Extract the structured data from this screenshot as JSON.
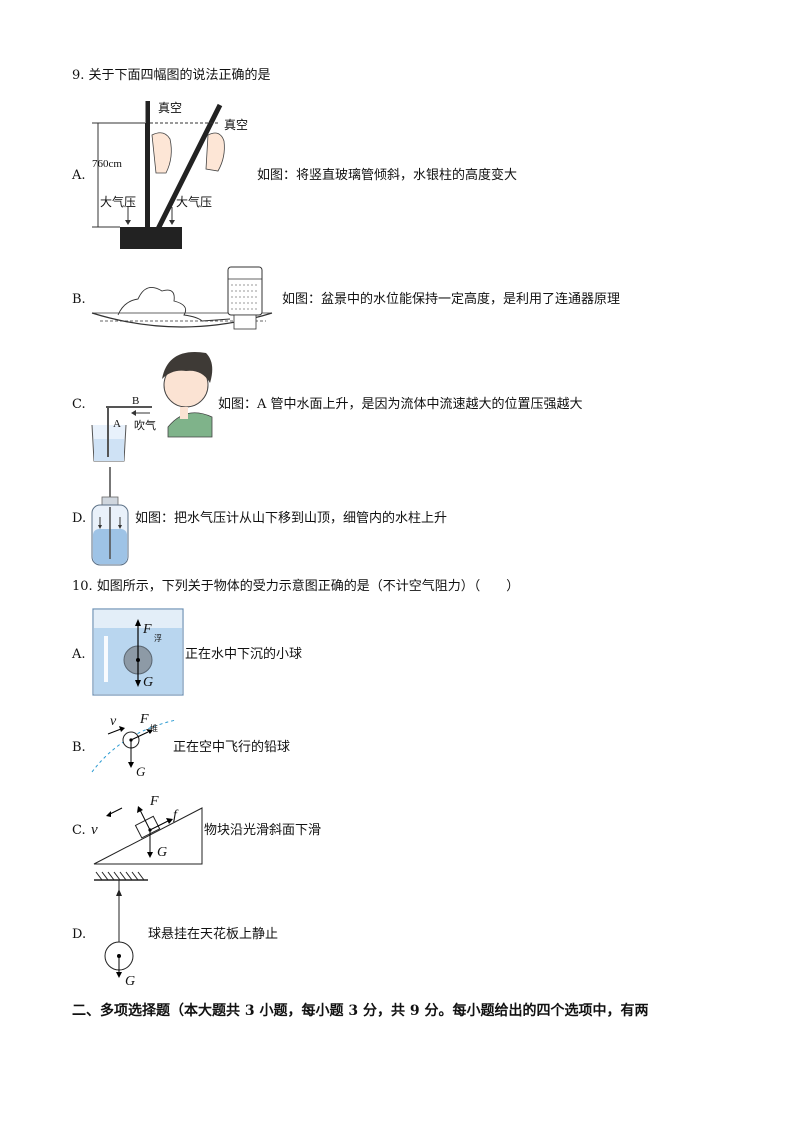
{
  "q9": {
    "stem": "9. 关于下面四幅图的说法正确的是",
    "options": [
      {
        "letter": "A.",
        "text": "如图：将竖直玻璃管倾斜，水银柱的高度变大",
        "labels": {
          "vacuum1": "真空",
          "vacuum2": "真空",
          "height": "760cm",
          "atm1": "大气压",
          "atm2": "大气压"
        }
      },
      {
        "letter": "B.",
        "text": "如图：盆景中的水位能保持一定高度，是利用了连通器原理"
      },
      {
        "letter": "C.",
        "text": "如图：A 管中水面上升，是因为流体中流速越大的位置压强越大",
        "labels": {
          "tubeA": "A",
          "tubeB": "B",
          "blow": "吹气"
        }
      },
      {
        "letter": "D.",
        "text": "如图：把水气压计从山下移到山顶，细管内的水柱上升"
      }
    ]
  },
  "q10": {
    "stem": "10. 如图所示，下列关于物体的受力示意图正确的是（不计空气阻力）（　　）",
    "options": [
      {
        "letter": "A.",
        "text": "正在水中下沉的小球",
        "labels": {
          "F": "F",
          "sub": "浮",
          "G": "G"
        }
      },
      {
        "letter": "B.",
        "text": "正在空中飞行的铅球",
        "labels": {
          "v": "v",
          "F": "F",
          "sub": "推",
          "G": "G"
        }
      },
      {
        "letter": "C.",
        "text": "物块沿光滑斜面下滑",
        "labels": {
          "v": "v",
          "F": "F",
          "f": "f",
          "G": "G"
        }
      },
      {
        "letter": "D.",
        "text": "球悬挂在天花板上静止",
        "labels": {
          "G": "G"
        }
      }
    ]
  },
  "section2": {
    "heading": "二、多项选择题（本大题共 3 小题，每小题 3 分，共 9 分。每小题给出的四个选项中，有两"
  }
}
